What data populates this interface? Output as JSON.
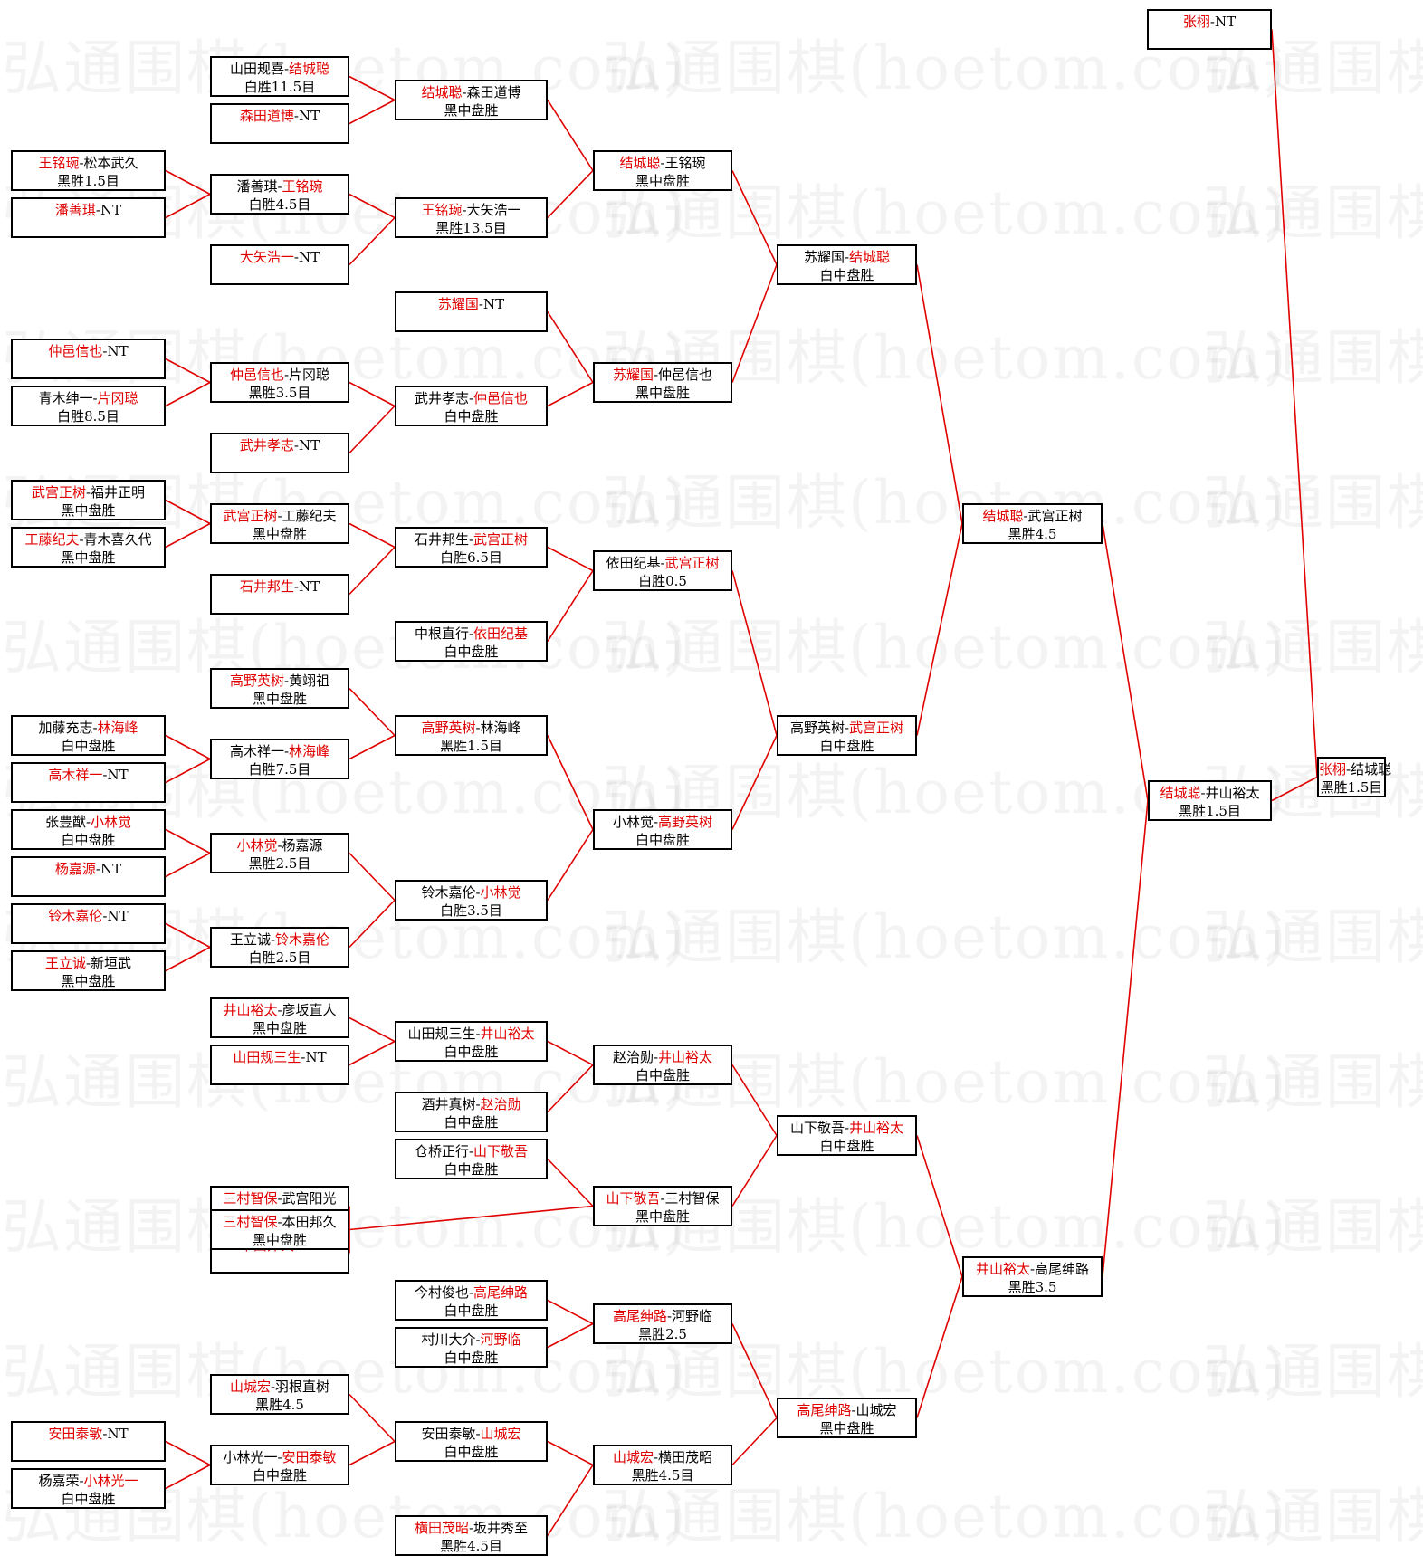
{
  "watermark": "弘通围棋(hoetom.com)",
  "line_color": "#e00000",
  "win_color": "#e00000",
  "matches": [
    {
      "id": "m1",
      "p1": "山田规喜",
      "p2": "结城聪",
      "w": 2,
      "r": "白胜11.5目"
    },
    {
      "id": "m2",
      "p1": "森田道博",
      "p2": "NT",
      "w": 1,
      "r": ""
    },
    {
      "id": "m3",
      "p1": "王铭琬",
      "p2": "松本武久",
      "w": 1,
      "r": "黑胜1.5目"
    },
    {
      "id": "m4",
      "p1": "潘善琪",
      "p2": "NT",
      "w": 1,
      "r": ""
    },
    {
      "id": "m5",
      "p1": "潘善琪",
      "p2": "王铭琬",
      "w": 2,
      "r": "白胜4.5目"
    },
    {
      "id": "m6",
      "p1": "大矢浩一",
      "p2": "NT",
      "w": 1,
      "r": ""
    },
    {
      "id": "m7",
      "p1": "结城聪",
      "p2": "森田道博",
      "w": 1,
      "r": "黑中盘胜"
    },
    {
      "id": "m8",
      "p1": "王铭琬",
      "p2": "大矢浩一",
      "w": 1,
      "r": "黑胜13.5目"
    },
    {
      "id": "m9",
      "p1": "结城聪",
      "p2": "王铭琬",
      "w": 1,
      "r": "黑中盘胜"
    },
    {
      "id": "m10",
      "p1": "苏耀国",
      "p2": "NT",
      "w": 1,
      "r": ""
    },
    {
      "id": "m11",
      "p1": "仲邑信也",
      "p2": "NT",
      "w": 1,
      "r": ""
    },
    {
      "id": "m12",
      "p1": "青木绅一",
      "p2": "片冈聪",
      "w": 2,
      "r": "白胜8.5目"
    },
    {
      "id": "m13",
      "p1": "仲邑信也",
      "p2": "片冈聪",
      "w": 1,
      "r": "黑胜3.5目"
    },
    {
      "id": "m14",
      "p1": "武井孝志",
      "p2": "NT",
      "w": 1,
      "r": ""
    },
    {
      "id": "m15",
      "p1": "武井孝志",
      "p2": "仲邑信也",
      "w": 2,
      "r": "白中盘胜"
    },
    {
      "id": "m16",
      "p1": "苏耀国",
      "p2": "仲邑信也",
      "w": 1,
      "r": "黑中盘胜"
    },
    {
      "id": "m17",
      "p1": "苏耀国",
      "p2": "结城聪",
      "w": 2,
      "r": "白中盘胜"
    },
    {
      "id": "m18",
      "p1": "武宫正树",
      "p2": "福井正明",
      "w": 1,
      "r": "黑中盘胜"
    },
    {
      "id": "m19",
      "p1": "工藤纪夫",
      "p2": "青木喜久代",
      "w": 1,
      "r": "黑中盘胜"
    },
    {
      "id": "m20",
      "p1": "武宫正树",
      "p2": "工藤纪夫",
      "w": 1,
      "r": "黑中盘胜"
    },
    {
      "id": "m21",
      "p1": "石井邦生",
      "p2": "NT",
      "w": 1,
      "r": ""
    },
    {
      "id": "m22",
      "p1": "石井邦生",
      "p2": "武宫正树",
      "w": 2,
      "r": "白胜6.5目"
    },
    {
      "id": "m23",
      "p1": "中根直行",
      "p2": "依田纪基",
      "w": 2,
      "r": "白中盘胜"
    },
    {
      "id": "m24",
      "p1": "依田纪基",
      "p2": "武宫正树",
      "w": 2,
      "r": "白胜0.5"
    },
    {
      "id": "m25",
      "p1": "高野英树",
      "p2": "黄翊祖",
      "w": 1,
      "r": "黑中盘胜"
    },
    {
      "id": "m26",
      "p1": "加藤充志",
      "p2": "林海峰",
      "w": 2,
      "r": "白中盘胜"
    },
    {
      "id": "m27",
      "p1": "高木祥一",
      "p2": "NT",
      "w": 1,
      "r": ""
    },
    {
      "id": "m28",
      "p1": "高木祥一",
      "p2": "林海峰",
      "w": 2,
      "r": "白胜7.5目"
    },
    {
      "id": "m29",
      "p1": "高野英树",
      "p2": "林海峰",
      "w": 1,
      "r": "黑胜1.5目"
    },
    {
      "id": "m30",
      "p1": "张豊猷",
      "p2": "小林觉",
      "w": 2,
      "r": "白中盘胜"
    },
    {
      "id": "m31",
      "p1": "杨嘉源",
      "p2": "NT",
      "w": 1,
      "r": ""
    },
    {
      "id": "m32",
      "p1": "小林觉",
      "p2": "杨嘉源",
      "w": 1,
      "r": "黑胜2.5目"
    },
    {
      "id": "m33",
      "p1": "铃木嘉伦",
      "p2": "NT",
      "w": 1,
      "r": ""
    },
    {
      "id": "m34",
      "p1": "王立诚",
      "p2": "新垣武",
      "w": 1,
      "r": "黑中盘胜"
    },
    {
      "id": "m35",
      "p1": "王立诚",
      "p2": "铃木嘉伦",
      "w": 2,
      "r": "白胜2.5目"
    },
    {
      "id": "m36",
      "p1": "铃木嘉伦",
      "p2": "小林觉",
      "w": 2,
      "r": "白胜3.5目"
    },
    {
      "id": "m37",
      "p1": "小林觉",
      "p2": "高野英树",
      "w": 2,
      "r": "白中盘胜"
    },
    {
      "id": "m38",
      "p1": "高野英树",
      "p2": "武宫正树",
      "w": 2,
      "r": "白中盘胜"
    },
    {
      "id": "m39",
      "p1": "结城聪",
      "p2": "武宫正树",
      "w": 1,
      "r": "黑胜4.5"
    },
    {
      "id": "m40",
      "p1": "井山裕太",
      "p2": "彦坂直人",
      "w": 1,
      "r": "黑中盘胜"
    },
    {
      "id": "m41",
      "p1": "山田规三生",
      "p2": "NT",
      "w": 1,
      "r": ""
    },
    {
      "id": "m42",
      "p1": "山田规三生",
      "p2": "井山裕太",
      "w": 2,
      "r": "白中盘胜"
    },
    {
      "id": "m43",
      "p1": "酒井真树",
      "p2": "赵治勋",
      "w": 2,
      "r": "白中盘胜"
    },
    {
      "id": "m44",
      "p1": "赵治勋",
      "p2": "井山裕太",
      "w": 2,
      "r": "白中盘胜"
    },
    {
      "id": "m45",
      "p1": "仓桥正行",
      "p2": "山下敬吾",
      "w": 2,
      "r": "白中盘胜"
    },
    {
      "id": "m46",
      "p1": "三村智保",
      "p2": "武宫阳光",
      "w": 1,
      "r": "黑中盘胜"
    },
    {
      "id": "m47",
      "p1": "本田邦久",
      "p2": "NT",
      "w": 1,
      "r": ""
    },
    {
      "id": "m48",
      "p1": "三村智保",
      "p2": "本田邦久",
      "w": 1,
      "r": "黑中盘胜"
    },
    {
      "id": "m49",
      "p1": "山下敬吾",
      "p2": "三村智保",
      "w": 1,
      "r": "黑中盘胜"
    },
    {
      "id": "m50",
      "p1": "山下敬吾",
      "p2": "井山裕太",
      "w": 2,
      "r": "白中盘胜"
    },
    {
      "id": "m51",
      "p1": "今村俊也",
      "p2": "高尾绅路",
      "w": 2,
      "r": "白中盘胜"
    },
    {
      "id": "m52",
      "p1": "村川大介",
      "p2": "河野临",
      "w": 2,
      "r": "白中盘胜"
    },
    {
      "id": "m53",
      "p1": "高尾绅路",
      "p2": "河野临",
      "w": 1,
      "r": "黑胜2.5"
    },
    {
      "id": "m54",
      "p1": "山城宏",
      "p2": "羽根直树",
      "w": 1,
      "r": "黑胜4.5"
    },
    {
      "id": "m55",
      "p1": "安田泰敏",
      "p2": "NT",
      "w": 1,
      "r": ""
    },
    {
      "id": "m56",
      "p1": "杨嘉荣",
      "p2": "小林光一",
      "w": 2,
      "r": "白中盘胜"
    },
    {
      "id": "m57",
      "p1": "小林光一",
      "p2": "安田泰敏",
      "w": 2,
      "r": "白中盘胜"
    },
    {
      "id": "m58",
      "p1": "安田泰敏",
      "p2": "山城宏",
      "w": 2,
      "r": "白中盘胜"
    },
    {
      "id": "m59",
      "p1": "横田茂昭",
      "p2": "坂井秀至",
      "w": 1,
      "r": "黑胜4.5目"
    },
    {
      "id": "m60",
      "p1": "山城宏",
      "p2": "横田茂昭",
      "w": 1,
      "r": "黑胜4.5目"
    },
    {
      "id": "m61",
      "p1": "高尾绅路",
      "p2": "山城宏",
      "w": 1,
      "r": "黑中盘胜"
    },
    {
      "id": "m62",
      "p1": "井山裕太",
      "p2": "高尾绅路",
      "w": 1,
      "r": "黑胜3.5"
    },
    {
      "id": "m63",
      "p1": "结城聪",
      "p2": "井山裕太",
      "w": 1,
      "r": "黑胜1.5目"
    },
    {
      "id": "m64",
      "p1": "张栩",
      "p2": "NT",
      "w": 1,
      "r": ""
    },
    {
      "id": "m65",
      "p1": "张栩",
      "p2": "结城聪",
      "w": 1,
      "r": "黑胜1.5目"
    }
  ]
}
